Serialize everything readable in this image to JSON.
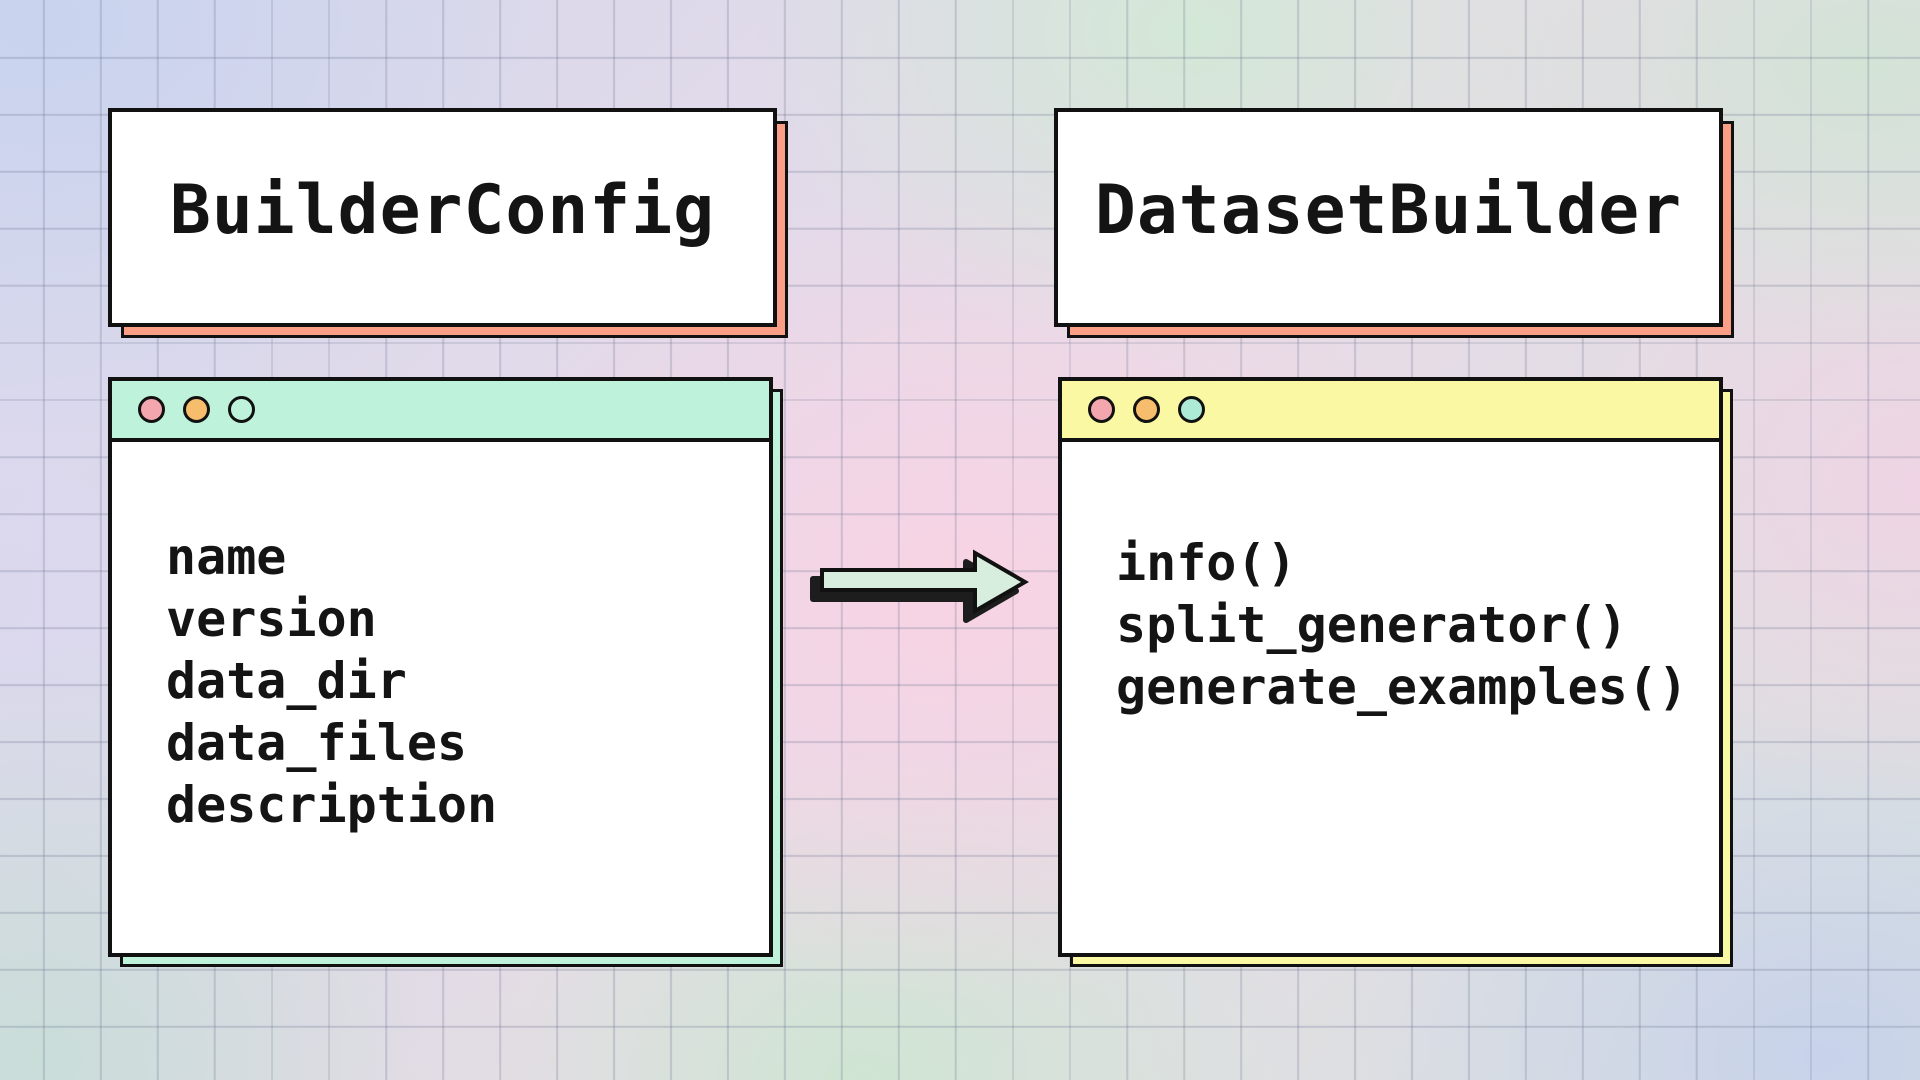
{
  "diagram": {
    "left": {
      "title": "BuilderConfig",
      "fields": [
        "name",
        "version",
        "data_dir",
        "data_files",
        "description"
      ]
    },
    "right": {
      "title": "DatasetBuilder",
      "methods": [
        "info()",
        "split_generator()",
        "generate_examples()"
      ]
    },
    "arrow": {
      "direction": "left-to-right",
      "meaning": "BuilderConfig feeds DatasetBuilder"
    }
  },
  "colors": {
    "outline": "#111111",
    "card_background": "#FFFFFF",
    "title_card_shadow_salmon": "#FB9E86",
    "left_window_header_mint": "#BFF2DB",
    "left_window_shadow_mint": "#BFF2DB",
    "right_window_header_yellow": "#FBF8A4",
    "right_window_shadow_yellow": "#FBF8A4",
    "dot_pink": "#F4A6AE",
    "dot_orange": "#F5BD6C",
    "dot_mint": "#ADEBD6",
    "arrow_fill_mint": "#D7EEDF",
    "background_top_left": "#C9D3EE",
    "background_center_pink": "#F8D3E4",
    "background_bottom_left_teal": "#C9DDD9",
    "background_bottom_right_blue": "#C8D2EA",
    "background_top_right_green": "#D3E3D6",
    "grid_line": "rgba(104,112,142,0.25)"
  }
}
